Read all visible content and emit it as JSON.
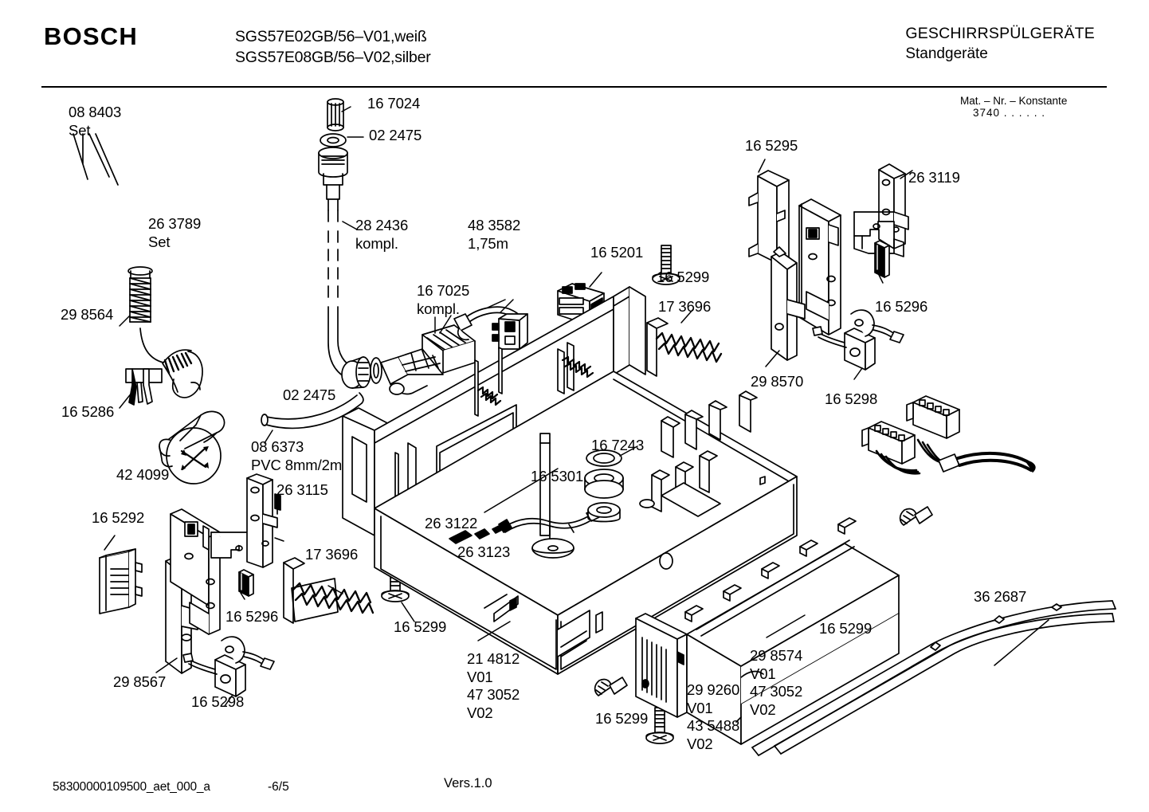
{
  "header": {
    "brand": "BOSCH",
    "models": [
      "SGS57E02GB/56–V01,weiß",
      "SGS57E08GB/56–V02,silber"
    ],
    "category_main": "GESCHIRRSPÜLGERÄTE",
    "category_sub": "Standgeräte",
    "matnr_label": "Mat. – Nr. – Konstante",
    "matnr_value": "3740  .  .     .   .   .   ."
  },
  "footer": {
    "file_id": "58300000109500_aet_000_a",
    "page": "-6/5",
    "version": "Vers.1.0"
  },
  "labels": {
    "l01": "08 8403\nSet",
    "l02": "26 3789\nSet",
    "l03": "29 8564",
    "l04": "16 5286",
    "l05": "42 4099",
    "l06": "16 7024",
    "l07": "02 2475",
    "l08": "28 2436\nkompl.",
    "l09": "48 3582\n1,75m",
    "l10": "16 7025\nkompl.",
    "l11": "02 2475",
    "l12": "08 6373\nPVC 8mm/2m",
    "l13": "16 5201",
    "l14": "16 5299",
    "l15": "17 3696",
    "l16": "16 5295",
    "l17": "26 3119",
    "l18": "16 5296",
    "l19": "29 8570",
    "l20": "16 5298",
    "l21": "16 7243",
    "l22": "16 5301",
    "l23": "26 3122",
    "l24": "26 3123",
    "l25": "26 3115",
    "l26": "16 5292",
    "l27": "17 3696",
    "l28": "16 5296",
    "l29": "16 5299",
    "l30": "21 4812\nV01\n47 3052\nV02",
    "l31": "29 8567",
    "l32": "16 5298",
    "l33": "16 5299",
    "l34": "29 9260\nV01\n43 5488\nV02",
    "l35": "29 8574\nV01\n47 3052\nV02",
    "l36": "16 5299",
    "l37": "36 2687"
  },
  "colors": {
    "ink": "#000000",
    "paper": "#ffffff"
  }
}
